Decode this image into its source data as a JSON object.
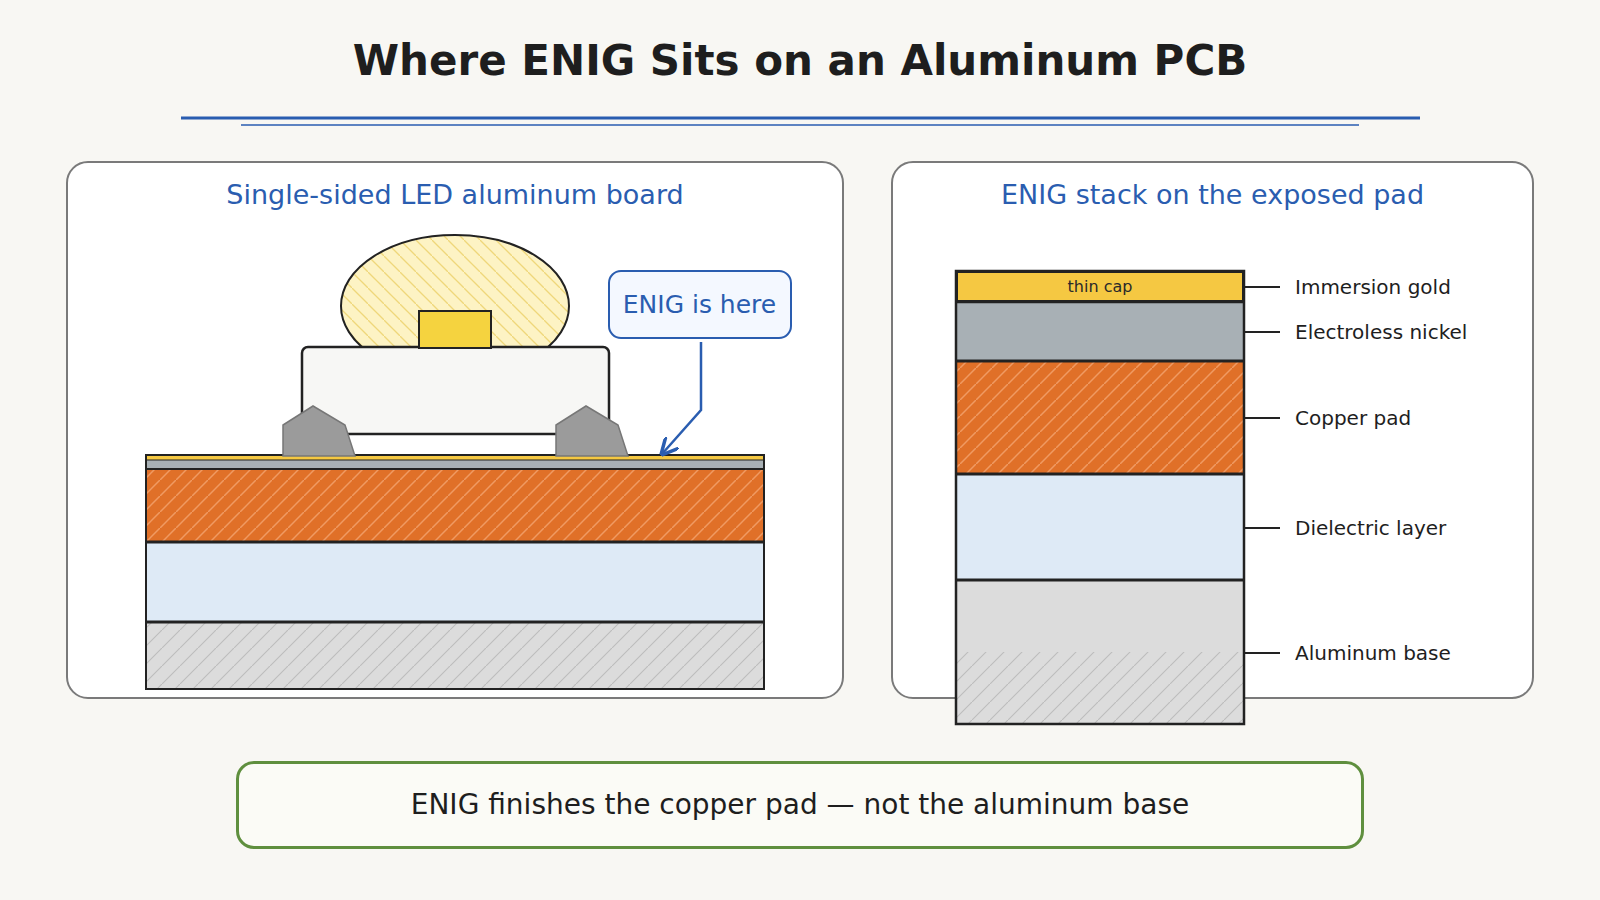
{
  "diagram": {
    "title": "Where ENIG Sits on an Aluminum PCB",
    "nodes": [
      {
        "text": [
          "Single-sided LED aluminum board"
        ]
      },
      {
        "text": [
          "ENIG is here"
        ],
        "in": 0
      },
      {
        "text": [
          "ENIG stack on the exposed pad"
        ]
      },
      {
        "text": [
          "thin cap"
        ],
        "in": 2
      },
      {
        "text": [
          "ENIG finishes the copper pad — not the aluminum base"
        ]
      }
    ],
    "labels": [
      "Immersion gold",
      "Electroless nickel",
      "Copper pad",
      "Dielectric layer",
      "Aluminum base"
    ]
  }
}
